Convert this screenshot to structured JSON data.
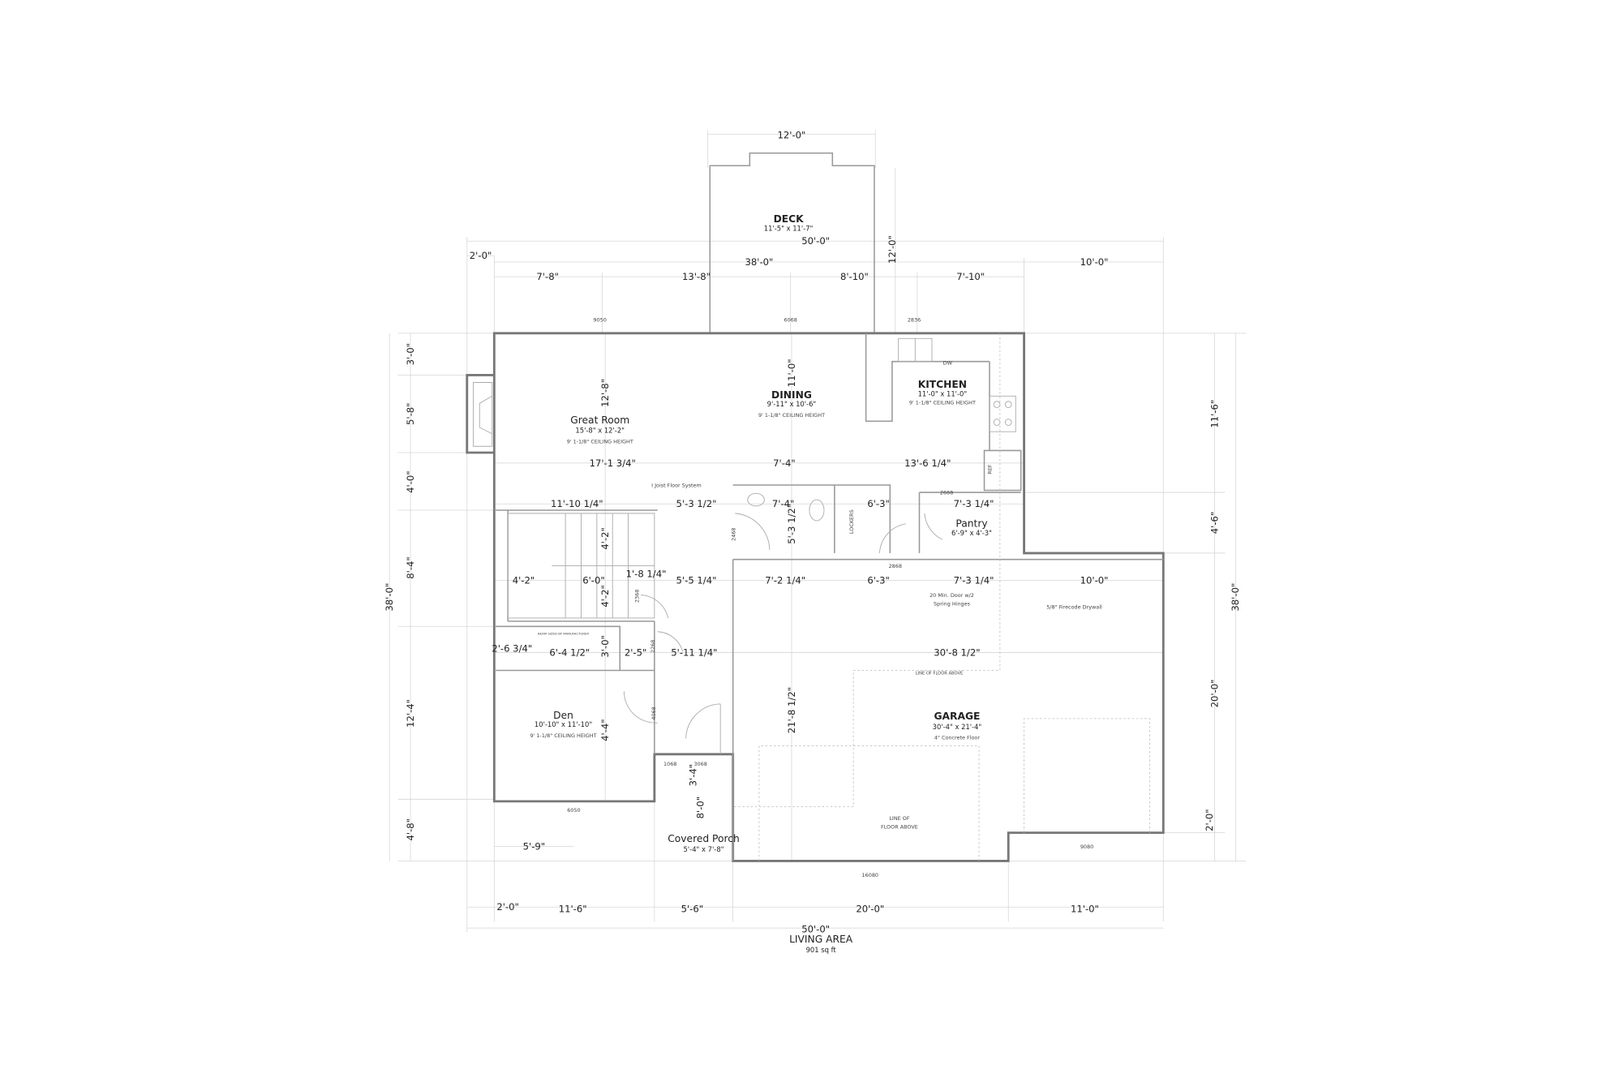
{
  "dimensions": [
    "12'-0\"",
    "50'-0\"",
    "2'-0\"",
    "38'-0\"",
    "10'-0\"",
    "7'-8\"",
    "13'-8\"",
    "8'-10\"",
    "7'-10\"",
    "17'-1 3/4\"",
    "7'-4\"",
    "13'-6 1/4\"",
    "11'-10 1/4\"",
    "5'-3 1/2\"",
    "7'-4\"",
    "6'-3\"",
    "7'-3 1/4\"",
    "4'-2\"",
    "6'-0\"",
    "1'-8 1/4\"",
    "5'-5 1/4\"",
    "7'-2 1/4\"",
    "6'-3\"",
    "7'-3 1/4\"",
    "10'-0\"",
    "2'-6 3/4\"",
    "6'-4 1/2\"",
    "2'-5\"",
    "5'-11 1/4\"",
    "30'-8 1/2\"",
    "5'-9\"",
    "2'-0\"",
    "11'-6\"",
    "5'-6\"",
    "20'-0\"",
    "11'-0\"",
    "50'-0\"",
    "12'-0\"",
    "11'-0\"",
    "12'-8\"",
    "4'-2\"",
    "5'-3 1/2\"",
    "4'-2\"",
    "3'-0\"",
    "4'-4\"",
    "21'-8 1/2\"",
    "3'-4\"",
    "8'-0\"",
    "3'-0\"",
    "5'-8\"",
    "4'-0\"",
    "8'-4\"",
    "12'-4\"",
    "4'-8\"",
    "38'-0\"",
    "11'-6\"",
    "4'-6\"",
    "20'-0\"",
    "2'-0\"",
    "38'-0\""
  ],
  "rooms": {
    "deck": {
      "name": "DECK",
      "size": "11'-5\" x 11'-7\""
    },
    "great_room": {
      "name": "Great Room",
      "size": "15'-8\" x 12'-2\"",
      "ceiling": "9' 1-1/8\" CEILING HEIGHT"
    },
    "dining": {
      "name": "DINING",
      "size": "9'-11\" x 10'-6\"",
      "ceiling": "9' 1-1/8\" CEILING HEIGHT"
    },
    "kitchen": {
      "name": "KITCHEN",
      "size": "11'-0\" x 11'-0\"",
      "ceiling": "9' 1-1/8\" CEILING HEIGHT"
    },
    "pantry": {
      "name": "Pantry",
      "size": "6'-9\" x 4'-3\""
    },
    "den": {
      "name": "Den",
      "size": "10'-10\" x 11'-10\"",
      "ceiling": "9' 1-1/8\" CEILING HEIGHT"
    },
    "porch": {
      "name": "Covered Porch",
      "size": "5'-4\" x 7'-8\""
    },
    "garage": {
      "name": "GARAGE",
      "size": "30'-4\" x 21'-4\"",
      "floor": "4\" Concrete Floor"
    }
  },
  "openings": [
    "9050",
    "6068",
    "2836",
    "DW",
    "2668",
    "2868",
    "2468",
    "2368",
    "2268",
    "4068",
    "1068",
    "3068",
    "6050",
    "16080",
    "9080",
    "REF"
  ],
  "notes": {
    "joist": "I Joist Floor System",
    "lockers": "LOCKERS",
    "door1": "20 Min. Door w/2",
    "door2": "Spring Hinges",
    "drywall": "5/8\" Firecode Drywall",
    "floor_above": "LINE OF FLOOR ABOVE",
    "floor_above_a": "LINE OF",
    "floor_above_b": "FLOOR ABOVE",
    "beam": "BEAM SIZED BY MANUFACTURER"
  },
  "summary": {
    "width": "50'-0\"",
    "label": "LIVING AREA",
    "area": "901 sq ft"
  }
}
